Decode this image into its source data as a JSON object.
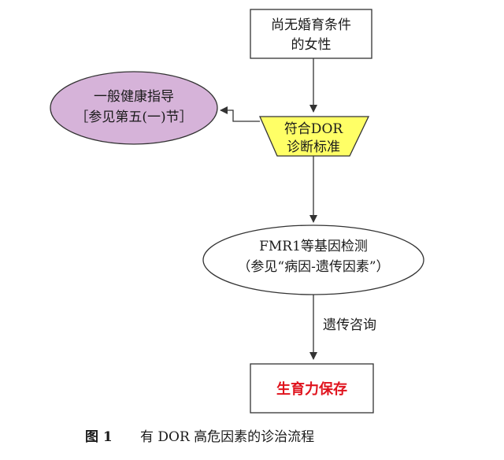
{
  "nodes": {
    "start": {
      "line1": "尚无婚育条件",
      "line2": "的女性"
    },
    "guidance": {
      "line1": "一般健康指导",
      "line2": "［参见第五(一)节］"
    },
    "criteria": {
      "line1": "符合DOR",
      "line2": "诊断标准"
    },
    "genetic": {
      "line1": "FMR1等基因检测",
      "line2": "（参见“病因-遗传因素”）"
    },
    "fertility": {
      "label": "生育力保存"
    }
  },
  "edges": {
    "counseling": "遗传咨询"
  },
  "caption": {
    "number": "图 1",
    "text": "有 DOR 高危因素的诊治流程"
  },
  "colors": {
    "guidance_fill": "#d6b3d9",
    "criteria_fill": "#ffff66",
    "fertility_text": "#e0141e",
    "line": "#333333"
  }
}
